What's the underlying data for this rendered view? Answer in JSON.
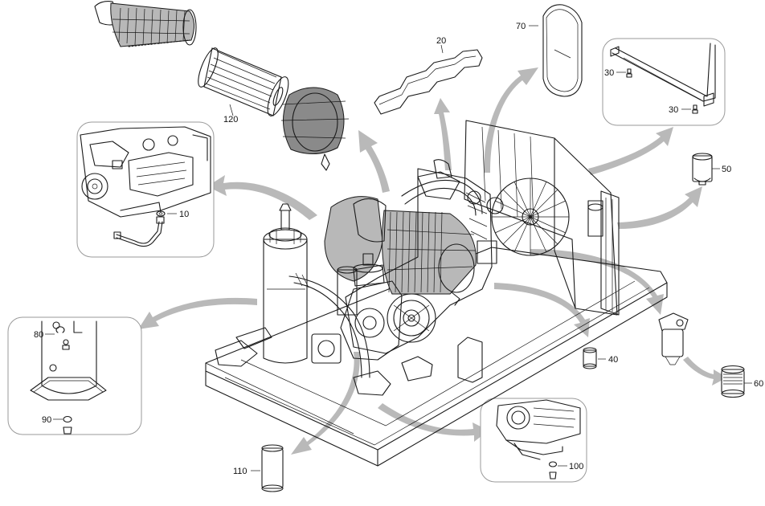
{
  "colors": {
    "line": "#1a1a1a",
    "arrow": "#b5b5b5",
    "highlight_fill": "#b8b8b8",
    "box_border": "#9a9a9a"
  },
  "callouts": {
    "c10": "10",
    "c20": "20",
    "c30a": "30",
    "c30b": "30",
    "c40": "40",
    "c50": "50",
    "c60": "60",
    "c70": "70",
    "c80": "80",
    "c90": "90",
    "c100": "100",
    "c110": "110",
    "c120": "120"
  }
}
